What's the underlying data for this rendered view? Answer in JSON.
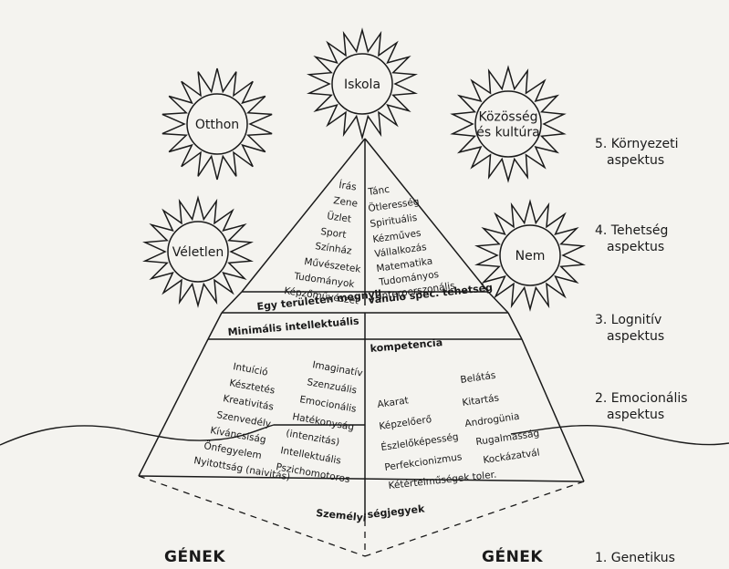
{
  "suns": [
    {
      "id": "otthon",
      "lines": [
        "Otthon"
      ]
    },
    {
      "id": "iskola",
      "lines": [
        "Iskola"
      ]
    },
    {
      "id": "kozosseg",
      "lines": [
        "Közösség",
        "és kultúra"
      ]
    },
    {
      "id": "veletlen",
      "lines": [
        "Véletlen"
      ]
    },
    {
      "id": "nem",
      "lines": [
        "Nem"
      ]
    }
  ],
  "talents_left": [
    "Írás",
    "Zene",
    "Üzlet",
    "Sport",
    "Színház",
    "Művészetek",
    "Tudományok",
    "Képzőművészet"
  ],
  "talents_right": [
    "Tánc",
    "Ötleresség",
    "Spirituális",
    "Kézműves",
    "Vállalkozás",
    "Matematika",
    "Tudományos",
    "Interperszonális"
  ],
  "band_talent": {
    "left": "Egy területen megnyil",
    "right": "vánuló spec. tehetség"
  },
  "band_competence": {
    "left": "Minimális intellektuális",
    "right": "kompetencia"
  },
  "emotional_left_col1": [
    "Intuíció",
    "Késztetés",
    "Kreativitás",
    "Szenvedély",
    "Kíváncsiság",
    "Önfegyelem",
    "Nyitottság (naivitás)"
  ],
  "emotional_left_col2": [
    "Imaginatív",
    "Szenzuális",
    "Emocionális",
    "Hatékonyság",
    "(intenzitás)",
    "Intellektuális",
    "Pszichomotoros"
  ],
  "emotional_right_col1": [
    "Akarat",
    "Képzelőerő",
    "Észlelőképesség",
    "Perfekcionizmus",
    "Kétértelműségek toler."
  ],
  "emotional_right_col2": [
    "Belátás",
    "Kitartás",
    "Androgünia",
    "Rugalmasság",
    "Kockázatvál"
  ],
  "band_personal": {
    "left": "Személyi",
    "right": "ségjegyek"
  },
  "aspects": [
    {
      "id": "aspect-5",
      "lines": [
        "5. Környezeti",
        "aspektus"
      ]
    },
    {
      "id": "aspect-4",
      "lines": [
        "4. Tehetség",
        "aspektus"
      ]
    },
    {
      "id": "aspect-3",
      "lines": [
        "3. Lognitív",
        "aspektus"
      ]
    },
    {
      "id": "aspect-2",
      "lines": [
        "2. Emocionális",
        "aspektus"
      ]
    },
    {
      "id": "aspect-1",
      "lines": [
        "1. Genetikus"
      ]
    }
  ],
  "genes": {
    "left": "GÉNEK",
    "right": "GÉNEK"
  },
  "colors": {
    "ink": "#1a1a1a",
    "paper": "#f4f3ef"
  }
}
